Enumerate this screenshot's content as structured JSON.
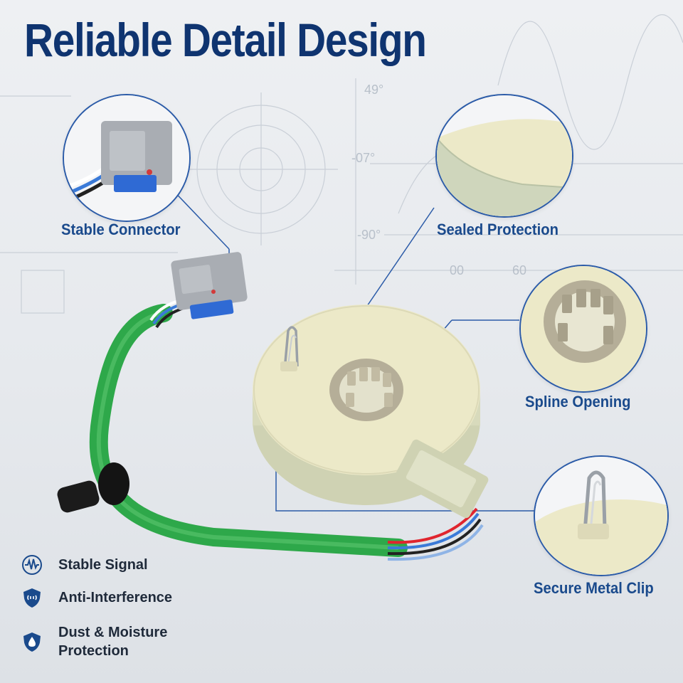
{
  "title": "Reliable Detail Design",
  "callouts": {
    "connector": "Stable Connector",
    "sealed": "Sealed Protection",
    "spline": "Spline Opening",
    "clip": "Secure Metal Clip"
  },
  "features": [
    {
      "label": "Stable Signal",
      "icon": "waveform-icon"
    },
    {
      "label": "Anti-Interference",
      "icon": "shield-icon"
    },
    {
      "label": "Dust & Moisture Protection",
      "icon": "water-drop-icon"
    }
  ],
  "drawing_marks": {
    "a": "49°",
    "b": "-07°",
    "c": "-90°",
    "d": "00",
    "e": "60"
  },
  "colors": {
    "title": "#0f3470",
    "accent": "#1a4a8c",
    "cable": "#2ea84a",
    "sensor": "#ece9c8",
    "connector": "#a9adb3",
    "plug": "#2f6ad4"
  }
}
